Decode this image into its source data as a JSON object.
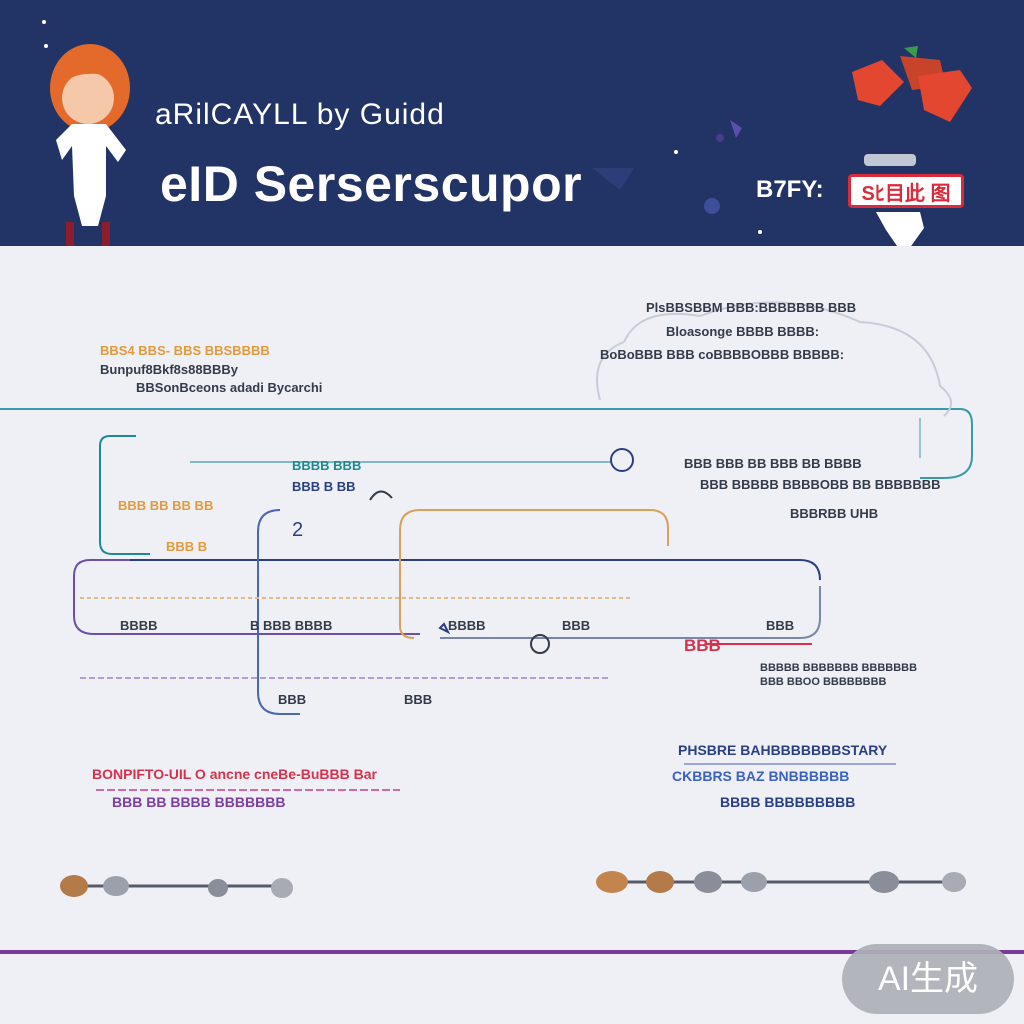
{
  "banner": {
    "subtitle": "aRilCAYLL by Guidd",
    "title": "eID Serserscupor",
    "brand_text": "B7FY:",
    "brand_badge": "Sﾋ目此 图"
  },
  "colors": {
    "banner_bg": "#223366",
    "teal": "#1d8a93",
    "navy": "#2a3f83",
    "orange": "#e29a3c",
    "purple": "#7b3fa2",
    "red": "#d8314d",
    "blue": "#3b61c4"
  },
  "blocks": {
    "top_left": [
      "BBS4 BBS- BBS BBSBBBB",
      "Bunpuf8Bkf8s88BBBy",
      "BBSonBceons adadi Bycarchi"
    ],
    "top_right": [
      "PlsBBSBBM BBB:BBBBBBB BBB",
      "Bloasonge BBBB BBBB:",
      "BoBoBBB BBB coBBBBOBBB BBBBB:"
    ],
    "mid_left_1": "BBBB BBB",
    "mid_left_2": "BBB B BB",
    "mid_left_orange_1": "BBB BB BB BB",
    "mid_left_orange_2": "BBB B",
    "node_number": "2",
    "right_row_1": "BBB BBB BB BBB BB BBBB",
    "right_row_2": "BBB BBBBB BBBBOBB BB BBBBBBB",
    "right_row_3": "BBBRBB UHB",
    "label_left": "BBBB",
    "label_mid": "B BBB BBBB",
    "label_center": "BBBB",
    "label_center_right": "BBB",
    "label_red": "BBB",
    "label_far_right": "BBB",
    "label_bottom_left": "BBB",
    "label_bottom_mid": "BBB",
    "right_small_1": "BBBBB BBBBBBB BBBBBBB",
    "right_small_2": "BBB BBOO BBBBBBBB",
    "lower_left_red": "BONPIFTO-UIL O ancne cneBe-BuBBB Bar",
    "lower_left_purple": "BBB BB BBBB BBBBBBB",
    "lower_right_1": "PHSBRE BAHBBBBBBBSTARY",
    "lower_right_2": "CKBBRS BAZ BNBBBBBB",
    "lower_right_3": "BBBB BBBBBBBBB"
  },
  "badge": {
    "label": "AI生成"
  }
}
